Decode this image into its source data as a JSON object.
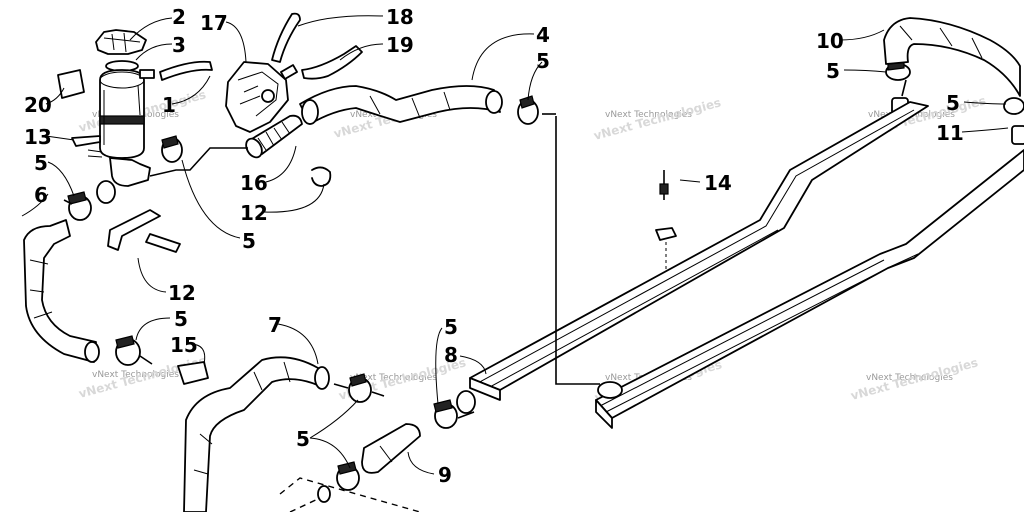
{
  "watermark": {
    "text": "vNext Technologies"
  },
  "callouts": [
    {
      "id": "c1",
      "text": "2"
    },
    {
      "id": "c2",
      "text": "3"
    },
    {
      "id": "c3",
      "text": "17"
    },
    {
      "id": "c4",
      "text": "18"
    },
    {
      "id": "c5",
      "text": "19"
    },
    {
      "id": "c6",
      "text": "4"
    },
    {
      "id": "c7",
      "text": "5"
    },
    {
      "id": "c8",
      "text": "10"
    },
    {
      "id": "c9",
      "text": "5"
    },
    {
      "id": "c10",
      "text": "5"
    },
    {
      "id": "c11",
      "text": "11"
    },
    {
      "id": "c12",
      "text": "20"
    },
    {
      "id": "c13",
      "text": "1"
    },
    {
      "id": "c14",
      "text": "13"
    },
    {
      "id": "c15",
      "text": "5"
    },
    {
      "id": "c16",
      "text": "6"
    },
    {
      "id": "c17",
      "text": "16"
    },
    {
      "id": "c18",
      "text": "12"
    },
    {
      "id": "c19",
      "text": "5"
    },
    {
      "id": "c20",
      "text": "14"
    },
    {
      "id": "c21",
      "text": "12"
    },
    {
      "id": "c22",
      "text": "5"
    },
    {
      "id": "c23",
      "text": "15"
    },
    {
      "id": "c24",
      "text": "7"
    },
    {
      "id": "c25",
      "text": "5"
    },
    {
      "id": "c26",
      "text": "8"
    },
    {
      "id": "c27",
      "text": "5"
    },
    {
      "id": "c28",
      "text": "9"
    }
  ]
}
